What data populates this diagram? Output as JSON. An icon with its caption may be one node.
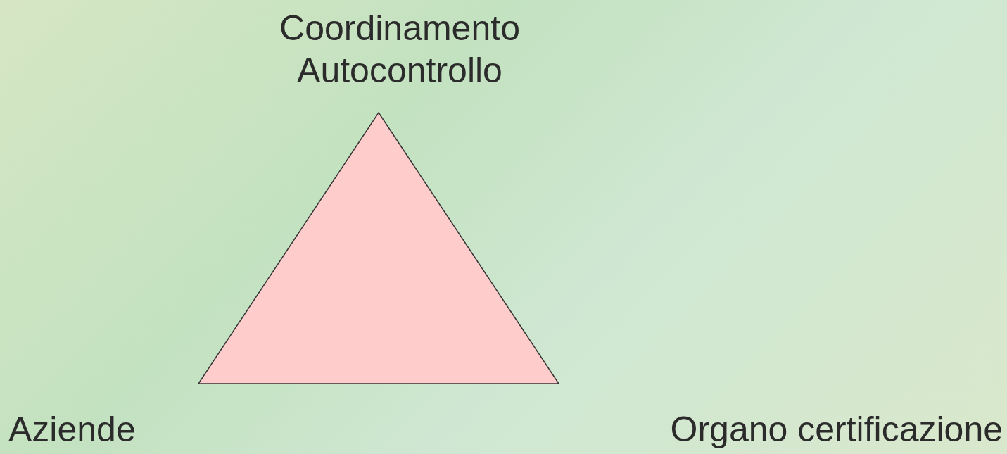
{
  "diagram": {
    "nodes": [
      {
        "text": [],
        "shape": "triangle"
      }
    ],
    "labels": [
      "Coordinamento Autocontrollo",
      "Aziende",
      "Organo certificazione"
    ]
  }
}
